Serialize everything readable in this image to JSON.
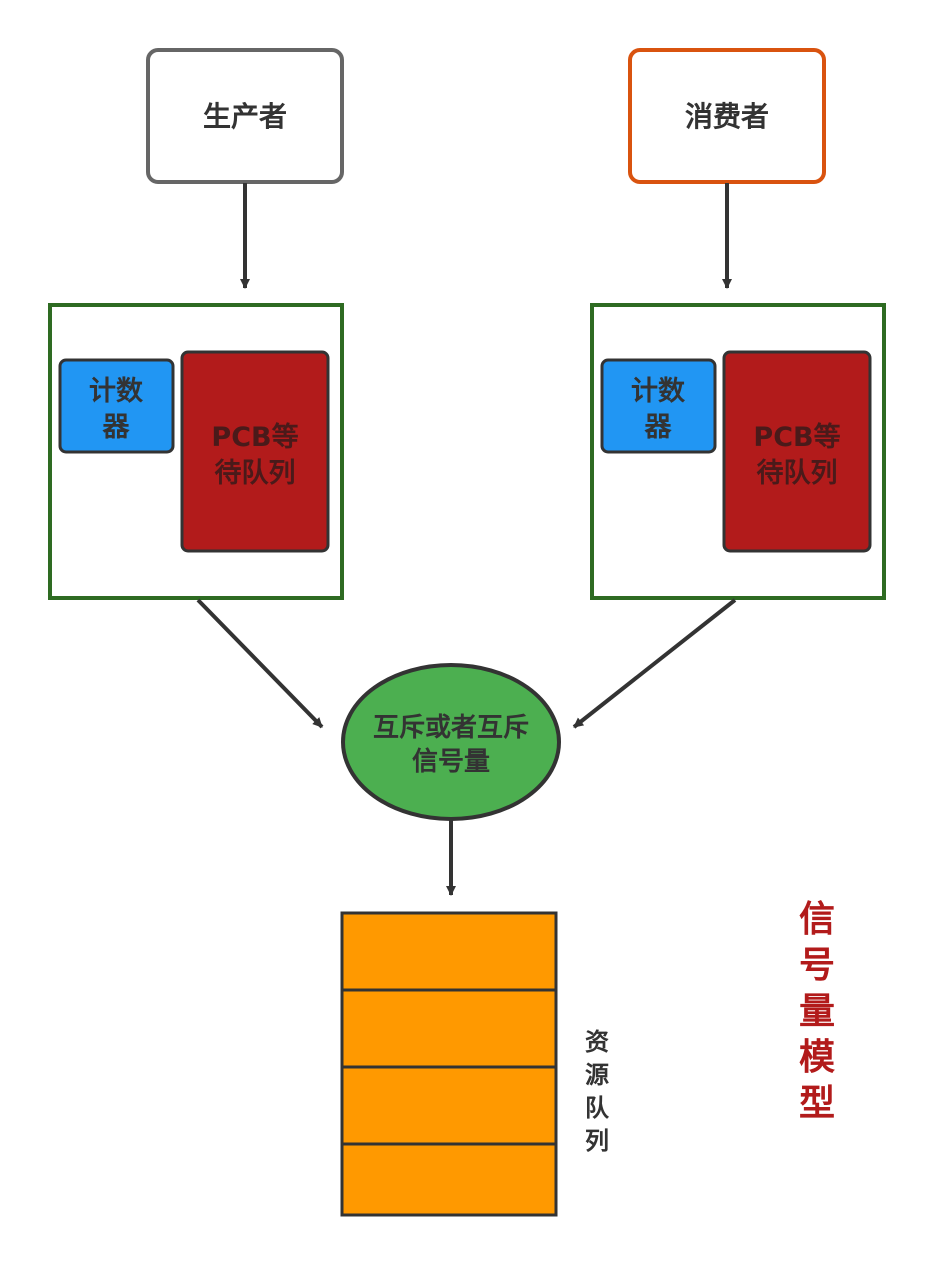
{
  "producer": {
    "label": "生产者",
    "border_color": "#666666"
  },
  "consumer": {
    "label": "消费者",
    "border_color": "#D9530F"
  },
  "semaphore_box": {
    "border_color": "#2E6B22",
    "counter_lines": [
      "计数",
      "器"
    ],
    "counter_color": "#2196F3",
    "pcb_lines": [
      "PCB等",
      "待队列"
    ],
    "pcb_color": "#B21B1B",
    "pcb_text_color": "#4A1A1A"
  },
  "mutex": {
    "lines": [
      "互斥或者互斥",
      "信号量"
    ],
    "fill": "#4CAF50"
  },
  "resource_queue": {
    "label_chars": [
      "资",
      "源",
      "队",
      "列"
    ],
    "slot_count": 4,
    "fill": "#FF9900"
  },
  "title": {
    "chars": [
      "信",
      "号",
      "量",
      "模",
      "型"
    ],
    "color": "#B21B1B"
  },
  "arrow_color": "#333333"
}
